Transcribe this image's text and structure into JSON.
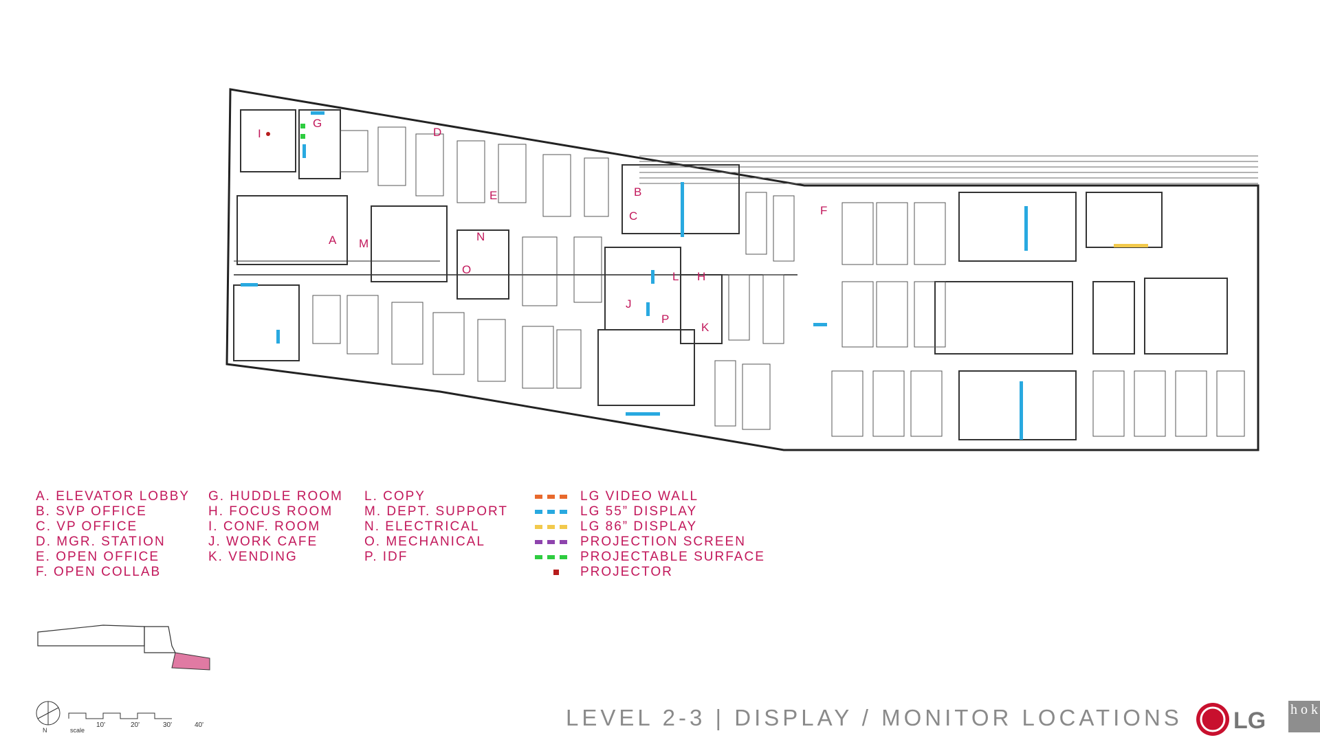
{
  "title": "LEVEL 2-3 | DISPLAY / MONITOR LOCATIONS",
  "legend_rooms": [
    [
      "A. ELEVATOR LOBBY",
      "B. SVP OFFICE",
      "C. VP OFFICE",
      "D. MGR. STATION",
      "E. OPEN OFFICE",
      "F. OPEN COLLAB"
    ],
    [
      "G. HUDDLE ROOM",
      "H. FOCUS ROOM",
      "I. CONF. ROOM",
      "J. WORK CAFE",
      "K. VENDING"
    ],
    [
      "L. COPY",
      "M. DEPT. SUPPORT",
      "N. ELECTRICAL",
      "O. MECHANICAL",
      "P. IDF"
    ]
  ],
  "legend_symbols": [
    {
      "label": "LG VIDEO WALL",
      "color": "#e8692c",
      "style": "dash"
    },
    {
      "label": "LG 55” DISPLAY",
      "color": "#29a9e0",
      "style": "dash"
    },
    {
      "label": "LG 86” DISPLAY",
      "color": "#f2c94c",
      "style": "dash"
    },
    {
      "label": "PROJECTION SCREEN",
      "color": "#8e44ad",
      "style": "dash"
    },
    {
      "label": "PROJECTABLE SURFACE",
      "color": "#2ecc40",
      "style": "dash"
    },
    {
      "label": "PROJECTOR",
      "color": "#b71c1c",
      "style": "dot"
    }
  ],
  "plan_labels": [
    {
      "id": "I",
      "text": "I"
    },
    {
      "id": "G",
      "text": "G"
    },
    {
      "id": "D",
      "text": "D"
    },
    {
      "id": "E",
      "text": "E"
    },
    {
      "id": "B",
      "text": "B"
    },
    {
      "id": "C",
      "text": "C"
    },
    {
      "id": "F",
      "text": "F"
    },
    {
      "id": "A",
      "text": "A"
    },
    {
      "id": "M",
      "text": "M"
    },
    {
      "id": "N",
      "text": "N"
    },
    {
      "id": "O",
      "text": "O"
    },
    {
      "id": "L",
      "text": "L"
    },
    {
      "id": "H",
      "text": "H"
    },
    {
      "id": "P",
      "text": "P"
    },
    {
      "id": "K",
      "text": "K"
    },
    {
      "id": "J",
      "text": "J"
    }
  ],
  "scale": {
    "labels": [
      "10'",
      "20'",
      "30'",
      "40'"
    ],
    "north": "N",
    "scale_word": "scale"
  },
  "brand": {
    "lg_text": "LG",
    "hok_text": "h o k"
  },
  "colors": {
    "accent": "#c2185b",
    "title_gray": "#8a8a8a",
    "lg_red": "#c8102e",
    "key_pink": "#e07aa3"
  }
}
